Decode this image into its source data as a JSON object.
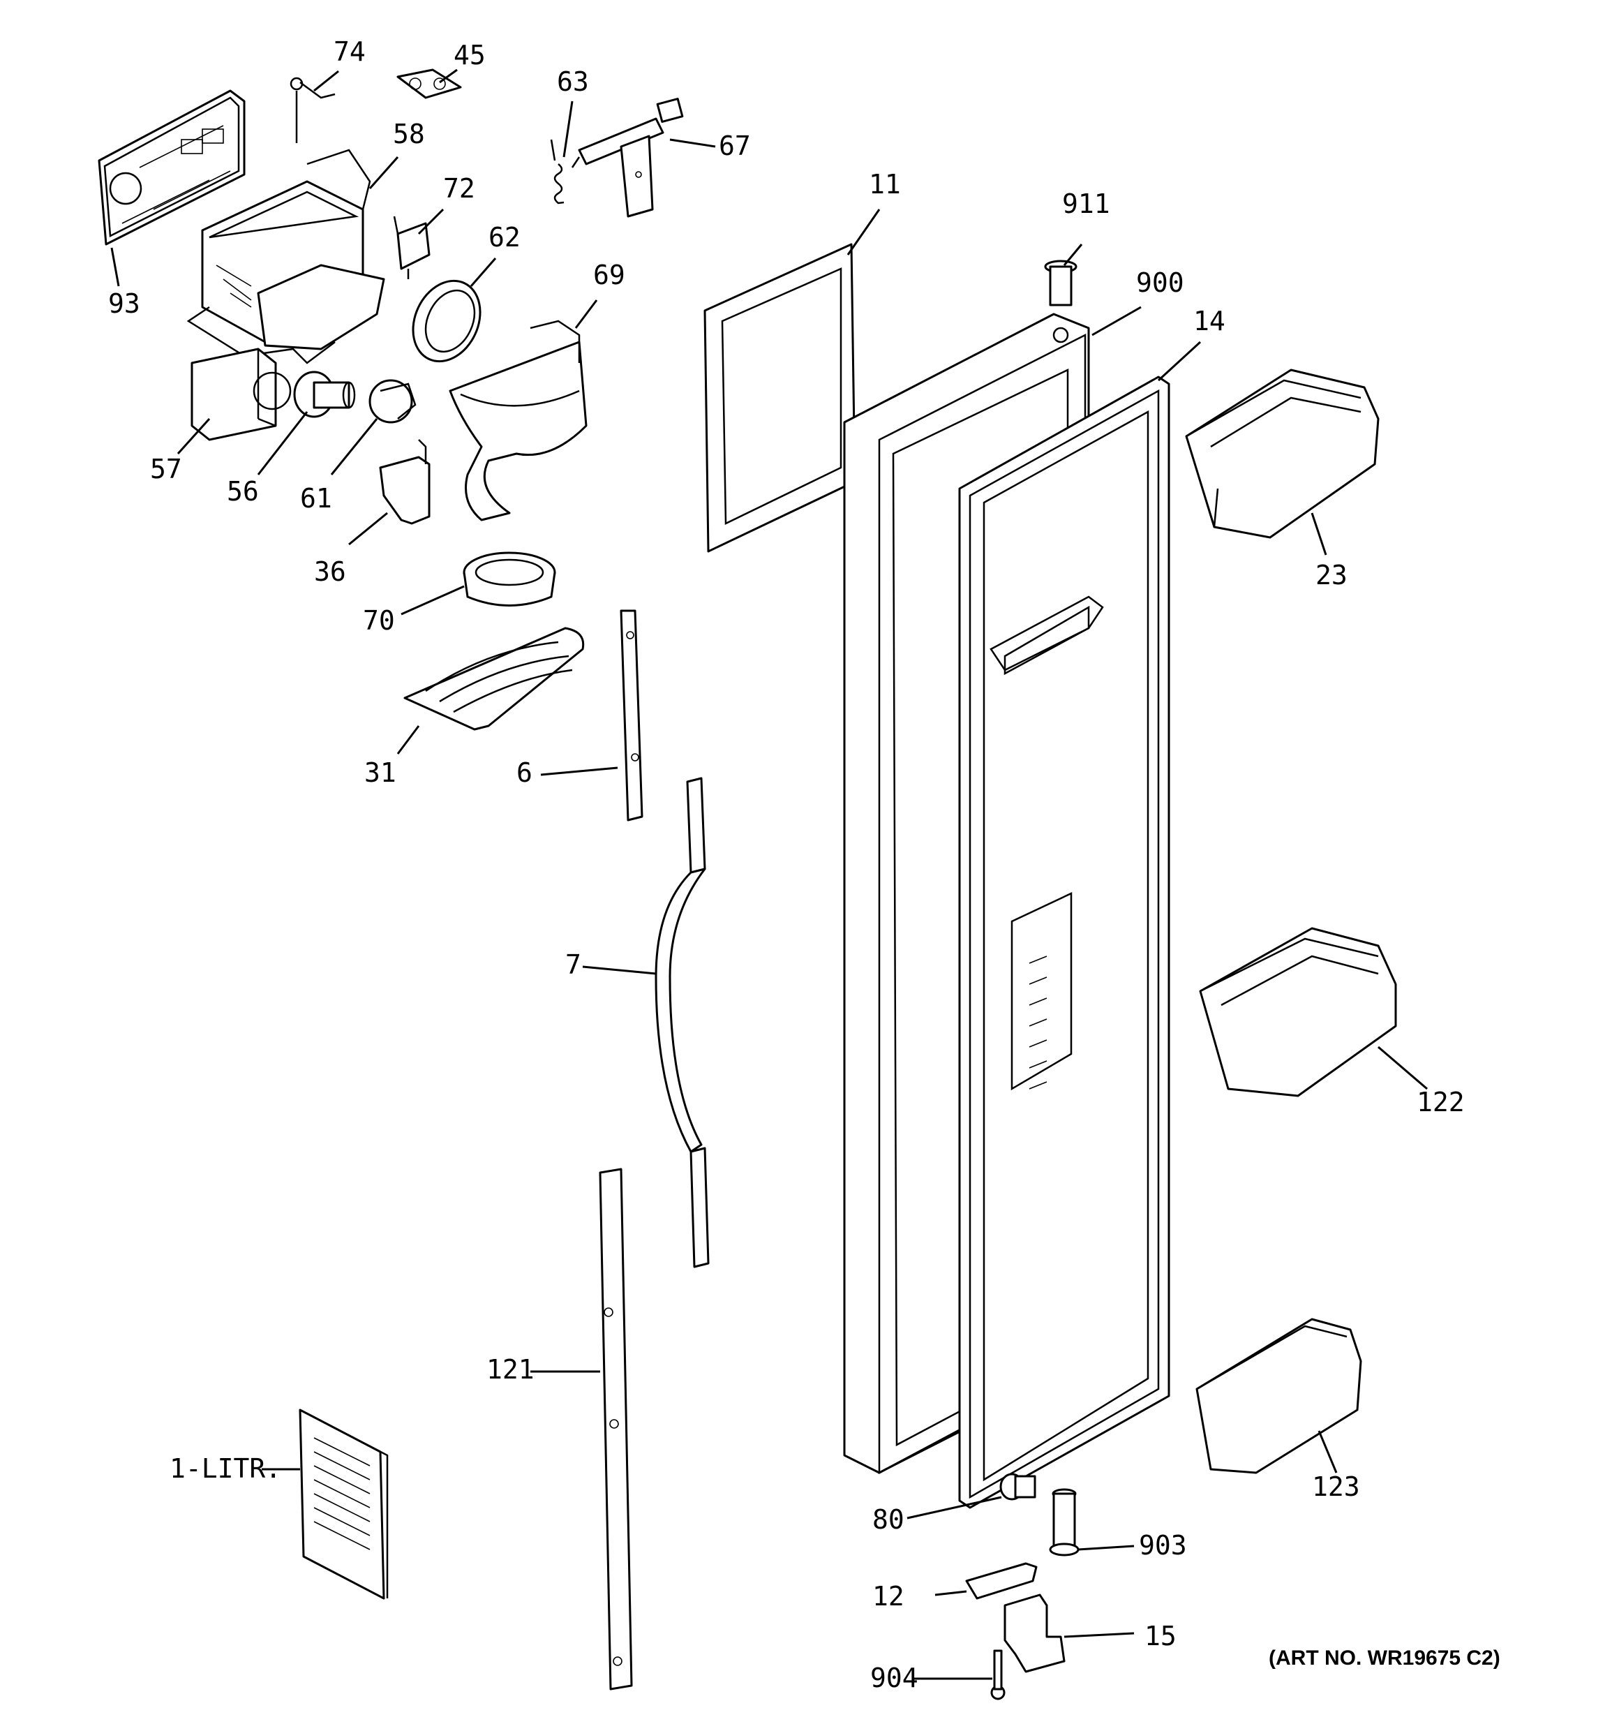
{
  "callouts": {
    "c74": "74",
    "c45": "45",
    "c63": "63",
    "c67": "67",
    "c58": "58",
    "c72": "72",
    "c62": "62",
    "c69": "69",
    "c93": "93",
    "c11": "11",
    "c911": "911",
    "c900": "900",
    "c14": "14",
    "c57": "57",
    "c56": "56",
    "c61": "61",
    "c36": "36",
    "c23": "23",
    "c70": "70",
    "c31": "31",
    "c6": "6",
    "c7": "7",
    "c122": "122",
    "c121": "121",
    "c1litr": "1-LITR.",
    "c123": "123",
    "c80": "80",
    "c903": "903",
    "c12": "12",
    "c15": "15",
    "c904": "904"
  },
  "art_number": "(ART NO. WR19675 C2)"
}
